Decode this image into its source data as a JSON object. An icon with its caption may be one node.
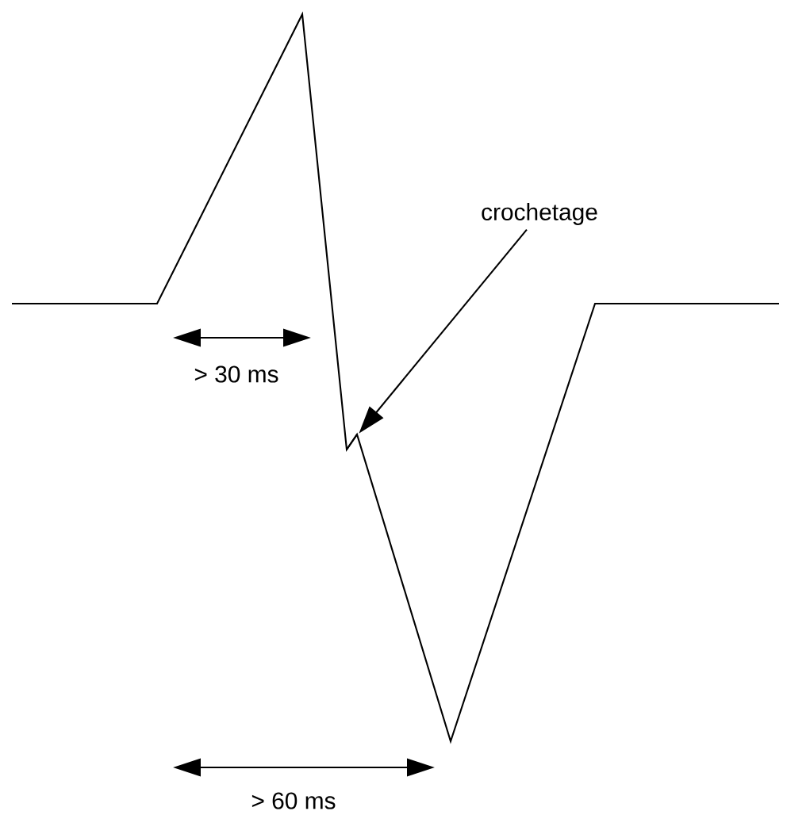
{
  "diagram": {
    "nodes": [
      {
        "text": [
          "crochetage"
        ]
      },
      {
        "text": [],
        "shape": "point"
      }
    ],
    "edges": [
      {
        "from": 0,
        "to": 1,
        "arrow": "to"
      }
    ],
    "labels": [
      "> 30 ms",
      "> 60 ms"
    ]
  }
}
